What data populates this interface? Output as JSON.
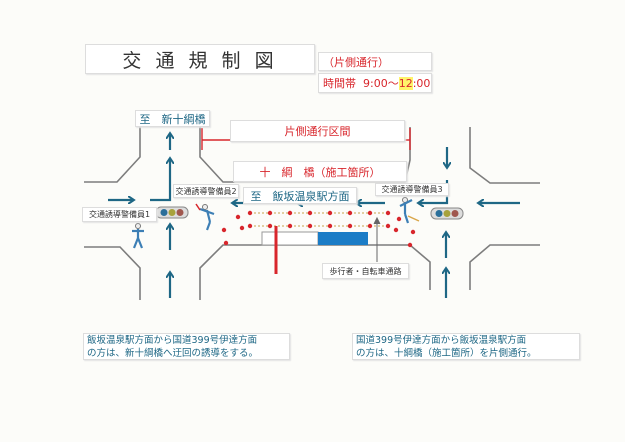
{
  "title": "交 通 規 制 図",
  "mode": "（片側通行）",
  "time": {
    "label": "時間帯",
    "start": "9:00",
    "sep": "～",
    "end_hour": "12",
    "end_min": ":00"
  },
  "labels": {
    "to_shin_tsunabashi": "至　新十綱橋",
    "one_lane_section": "片側通行区間",
    "bridge": "十　綱　橋（施工箇所）",
    "to_iizaka": "至　飯坂温泉駅方面",
    "guard1": "交通誘導警備員1",
    "guard2": "交通誘導警備員2",
    "guard3": "交通誘導警備員3",
    "pedestrian_path": "歩行者・自転車通路"
  },
  "notes": {
    "left": [
      "飯坂温泉駅方面から国道399号伊達方面",
      "の方は、新十綱橋へ迂回の誘導をする。"
    ],
    "right": [
      "国道399号伊達方面から飯坂温泉駅方面",
      "の方は、十綱橋（施工箇所）を片側通行。"
    ]
  },
  "colors": {
    "arrow": "#1e6785",
    "red": "#d8262c",
    "blue": "#1b7cc6",
    "road": "#7a7a7a"
  }
}
